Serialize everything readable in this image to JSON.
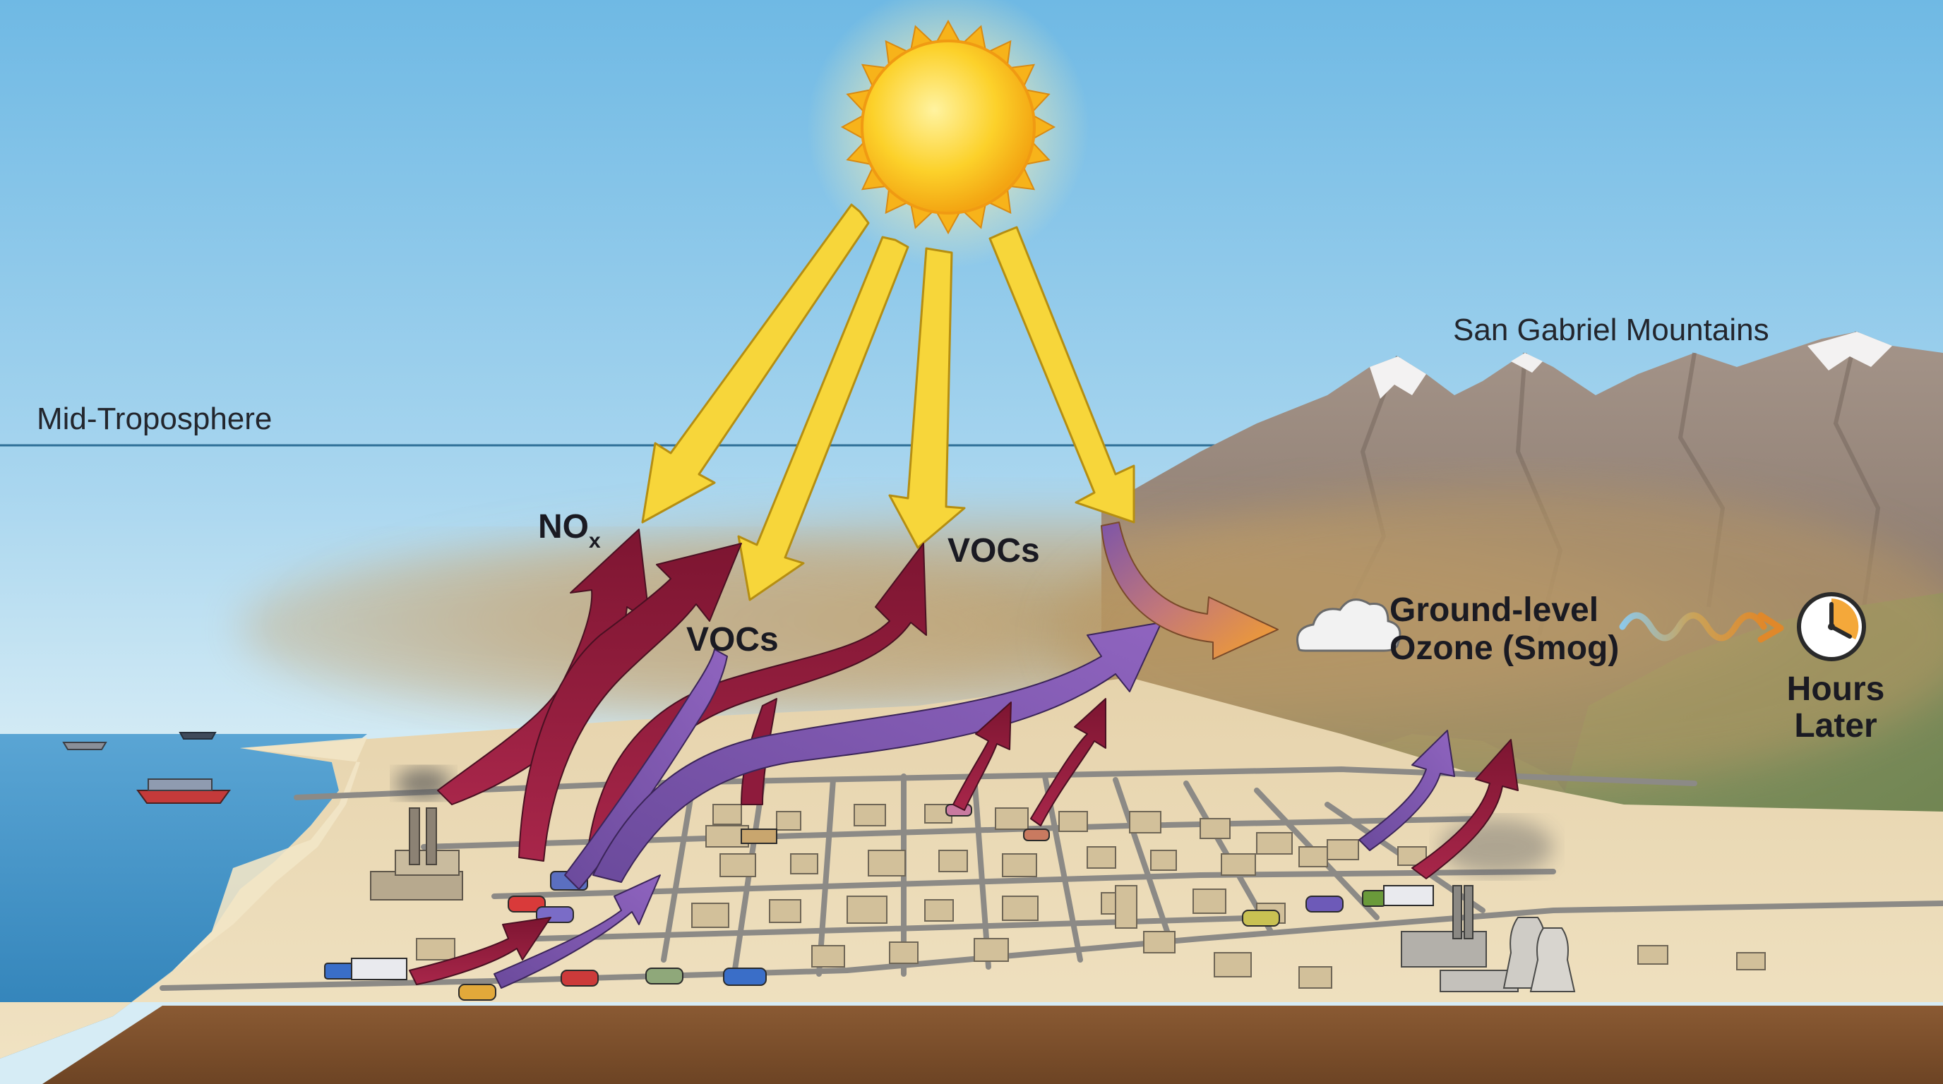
{
  "labels": {
    "mid_troposphere": "Mid-Troposphere",
    "mountains": "San Gabriel Mountains",
    "nox_main": "NO",
    "nox_sub": "x",
    "vocs_left": "VOCs",
    "vocs_right": "VOCs",
    "ozone_line1": "Ground-level",
    "ozone_line2": "Ozone (Smog)",
    "time_line1": "Hours",
    "time_line2": "Later"
  },
  "icons": [
    "sun-icon",
    "cloud-icon",
    "clock-icon",
    "wave-arrow-icon"
  ],
  "colors": {
    "sky_top": "#7cbfe6",
    "sky_bottom": "#cfe9f5",
    "sun": "#f8c21a",
    "sunlight_arrow": "#f7d63a",
    "nox_arrow": "#8e1b3c",
    "voc_arrow": "#7d55a8",
    "ozone_arrow": "#f39a2a",
    "smog": "#b99864",
    "ocean": "#3d8fc4",
    "land": "#ecdcb8",
    "mountain": "#9b8b80",
    "soil": "#7c4f2c"
  }
}
